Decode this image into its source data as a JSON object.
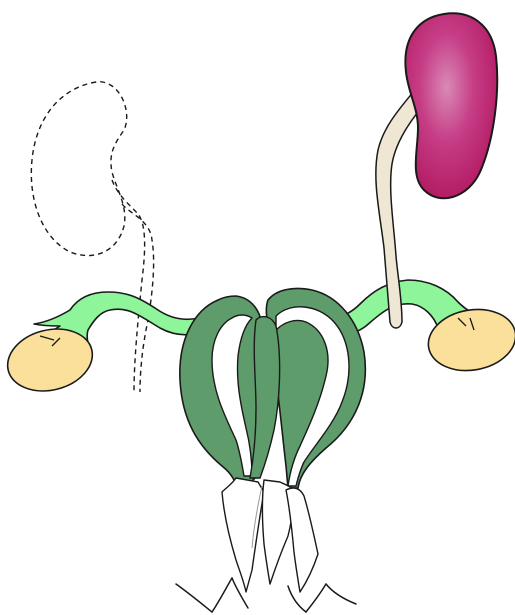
{
  "diagram": {
    "kind": "anatomical-illustration",
    "labels_visible": false,
    "parts": [
      {
        "id": "uterus-horns",
        "icon": "bicornuate-uterus-shape",
        "color": "#5e9c6b"
      },
      {
        "id": "uterine-cavity",
        "icon": "septate-cavity-lines",
        "color": "#ffffff"
      },
      {
        "id": "fallopian-tubes",
        "icon": "branched-tube-shape",
        "color": "#8ef59a"
      },
      {
        "id": "ovaries",
        "icon": "oval-shape",
        "color": "#fbe09c"
      },
      {
        "id": "kidney",
        "icon": "bean-shape",
        "color": "#c0226f"
      },
      {
        "id": "ureter",
        "icon": "tube-shape",
        "color": "#efe6d3"
      },
      {
        "id": "missing-kidney-outline",
        "icon": "dashed-outline",
        "color": "#000000"
      },
      {
        "id": "cervix-vagina",
        "icon": "outline-shape",
        "color": "#ffffff"
      }
    ],
    "outline_color": "#1a1a1a"
  }
}
